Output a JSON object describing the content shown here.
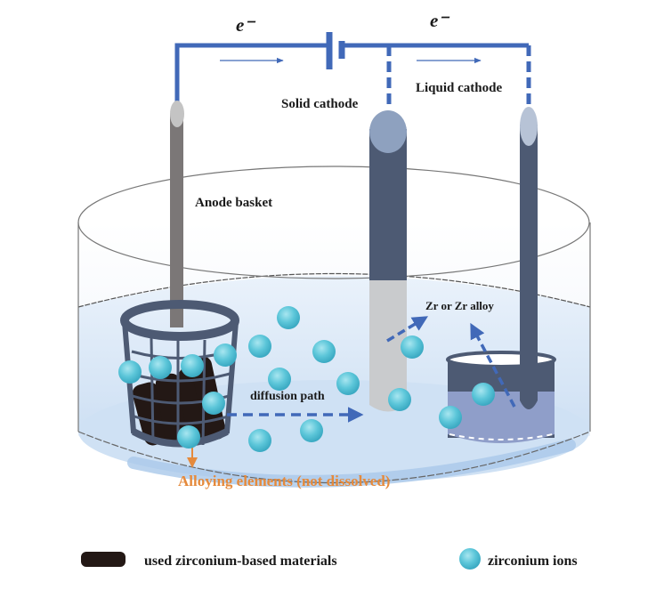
{
  "diagram": {
    "labels": {
      "electron_left": "e⁻",
      "electron_right": "e⁻",
      "solid_cathode": "Solid cathode",
      "liquid_cathode": "Liquid cathode",
      "anode_basket": "Anode basket",
      "zr_alloy": "Zr or Zr alloy",
      "diffusion_path": "diffusion path",
      "alloying_elements": "Alloying elements (not dissolved)"
    },
    "legend": [
      {
        "icon": "dark-rounded-bar",
        "label": "used zirconium-based materials"
      },
      {
        "icon": "cyan-sphere",
        "label": "zirconium ions"
      }
    ],
    "colors": {
      "wire": "#4169b8",
      "electrode_dark": "#4d5a73",
      "solid_cathode_lower": "#c9cbcd",
      "anode_rod": "#7b7777",
      "ion": "#5cc6d9",
      "salt": "#d6e6f6",
      "alloy_text": "#e58a3c",
      "fuel": "#231815"
    }
  }
}
